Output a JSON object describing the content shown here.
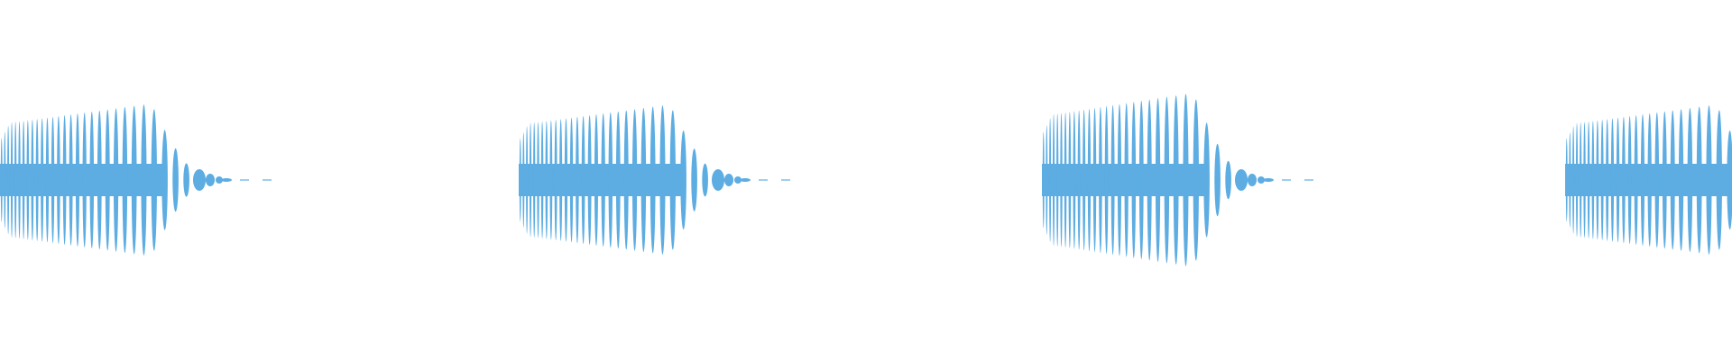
{
  "waveform": {
    "color": "#5dade2",
    "background": "#ffffff",
    "bursts": [
      {
        "peak_amplitude": 0.85
      },
      {
        "peak_amplitude": 0.84
      },
      {
        "peak_amplitude": 0.97
      },
      {
        "peak_amplitude": 0.84
      }
    ]
  }
}
